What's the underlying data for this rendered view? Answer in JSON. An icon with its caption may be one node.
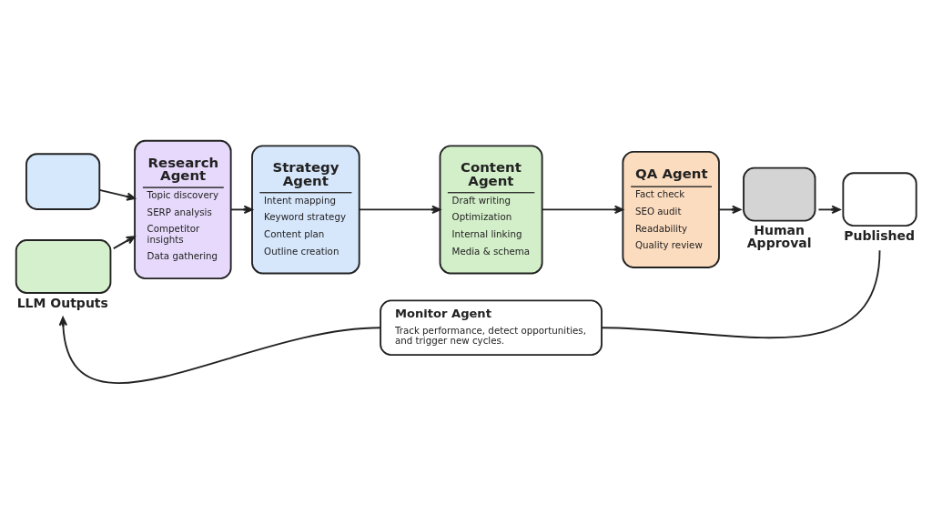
{
  "diagram": {
    "nodes": [
      {
        "text": [],
        "shape": "box"
      },
      {
        "text": [
          "LLM Outputs"
        ]
      },
      {
        "text": [
          "Research Agent",
          "Topic discovery",
          "SERP analysis",
          "Competitor insights",
          "Data gathering"
        ]
      },
      {
        "text": [
          "Strategy Agent",
          "Intent mapping",
          "Keyword strategy",
          "Content plan",
          "Outline creation"
        ]
      },
      {
        "text": [
          "Content Agent",
          "Draft writing",
          "Optimization",
          "Internal linking",
          "Media & schema"
        ]
      },
      {
        "text": [
          "QA Agent",
          "Fact check",
          "SEO audit",
          "Readability",
          "Quality review"
        ]
      },
      {
        "text": [
          "Human Approval"
        ]
      },
      {
        "text": [
          "Published"
        ]
      },
      {
        "text": [
          "Monitor Agent",
          "Track performance, detect opportunities, and trigger new cycles."
        ]
      }
    ],
    "edges": [
      {
        "from": 0,
        "to": 2,
        "arrow": "to"
      },
      {
        "from": 1,
        "to": 2,
        "arrow": "to"
      },
      {
        "from": 2,
        "to": 3,
        "arrow": "to"
      },
      {
        "from": 3,
        "to": 4,
        "arrow": "to"
      },
      {
        "from": 4,
        "to": 5,
        "arrow": "to"
      },
      {
        "from": 5,
        "to": 6,
        "arrow": "to"
      },
      {
        "from": 6,
        "to": 7,
        "arrow": "to"
      },
      {
        "from": 7,
        "to": 8,
        "arrow": "none"
      },
      {
        "from": 8,
        "to": 1,
        "arrow": "to"
      }
    ]
  }
}
